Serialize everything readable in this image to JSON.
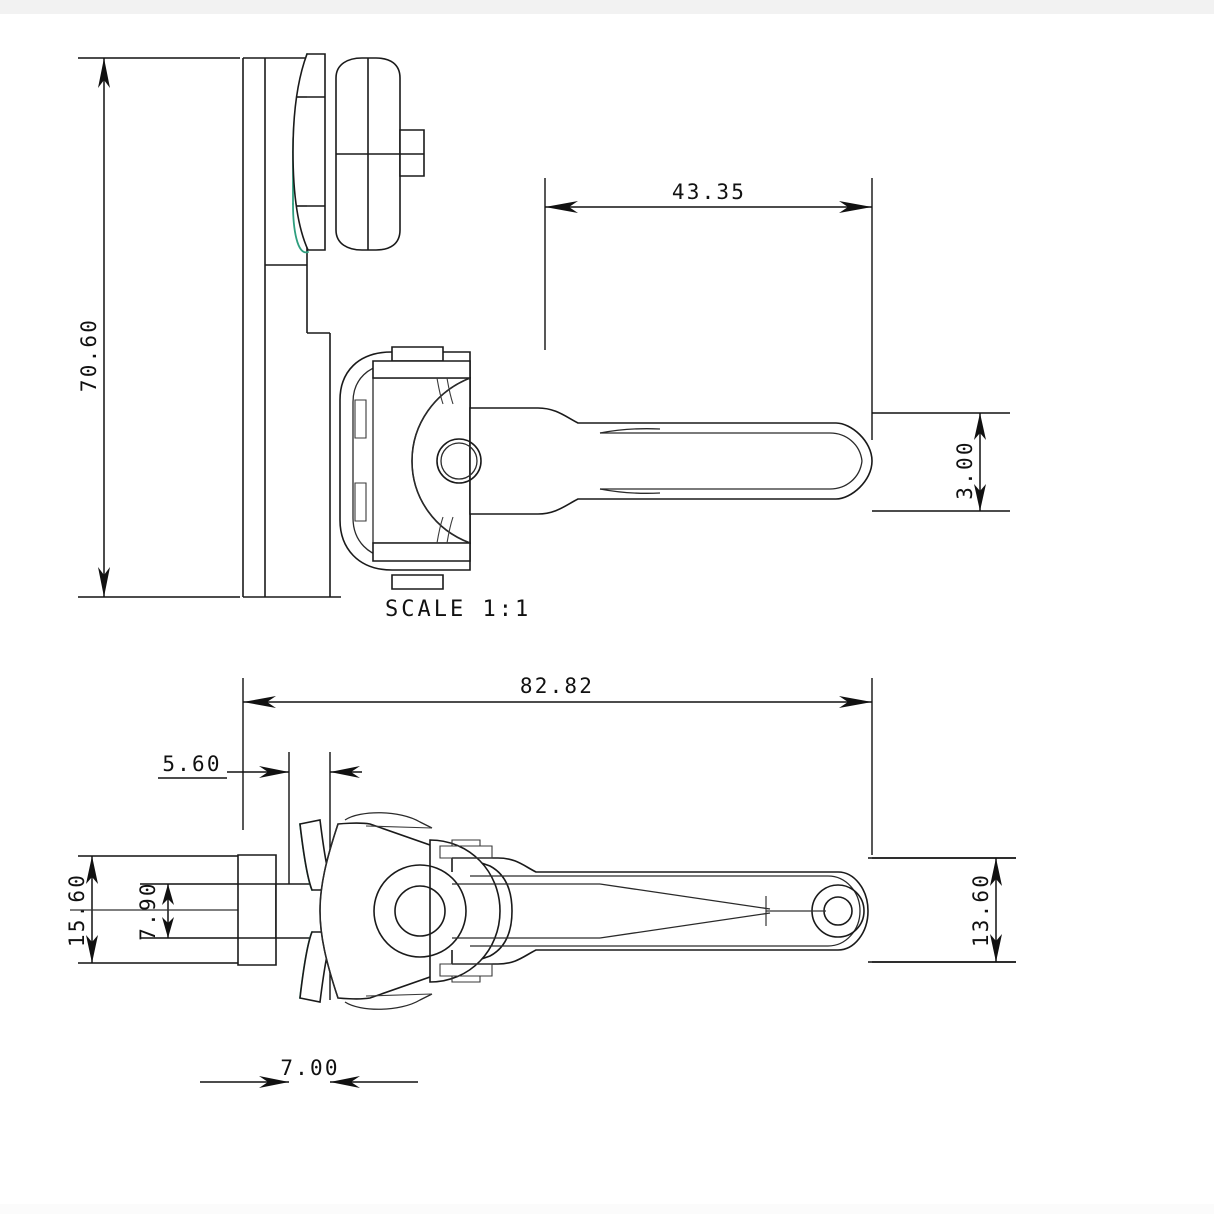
{
  "document": {
    "type": "engineering-drawing",
    "title": "Concealed Hinge Technical Drawing",
    "background_color": "#ffffff",
    "line_color": "#1a1a1a",
    "highlight_color": "#2e9e7e"
  },
  "views": {
    "top": {
      "name": "side-elevation-view",
      "scale_note": "SCALE 1:1"
    },
    "bottom": {
      "name": "plan-view"
    }
  },
  "dimensions": {
    "top_view": [
      {
        "id": "d-70-60",
        "value": "70.60",
        "orientation": "vertical",
        "position": "left"
      },
      {
        "id": "d-43-35",
        "value": "43.35",
        "orientation": "horizontal",
        "position": "top-right"
      },
      {
        "id": "d-3-00",
        "value": "3.00",
        "orientation": "vertical",
        "position": "right"
      }
    ],
    "bottom_view": [
      {
        "id": "d-82-82",
        "value": "82.82",
        "orientation": "horizontal",
        "position": "top"
      },
      {
        "id": "d-5-60",
        "value": "5.60",
        "orientation": "horizontal",
        "position": "upper-left"
      },
      {
        "id": "d-15-60",
        "value": "15.60",
        "orientation": "vertical",
        "position": "far-left"
      },
      {
        "id": "d-7-90",
        "value": "7.90",
        "orientation": "vertical",
        "position": "left-inner"
      },
      {
        "id": "d-13-60",
        "value": "13.60",
        "orientation": "vertical",
        "position": "right"
      },
      {
        "id": "d-7-00",
        "value": "7.00",
        "orientation": "horizontal",
        "position": "bottom-left"
      }
    ]
  },
  "labels": {
    "scale": "SCALE 1:1",
    "d_70_60": "70.60",
    "d_43_35": "43.35",
    "d_3_00": "3.00",
    "d_82_82": "82.82",
    "d_5_60": "5.60",
    "d_15_60": "15.60",
    "d_7_90": "7.90",
    "d_13_60": "13.60",
    "d_7_00": "7.00"
  }
}
